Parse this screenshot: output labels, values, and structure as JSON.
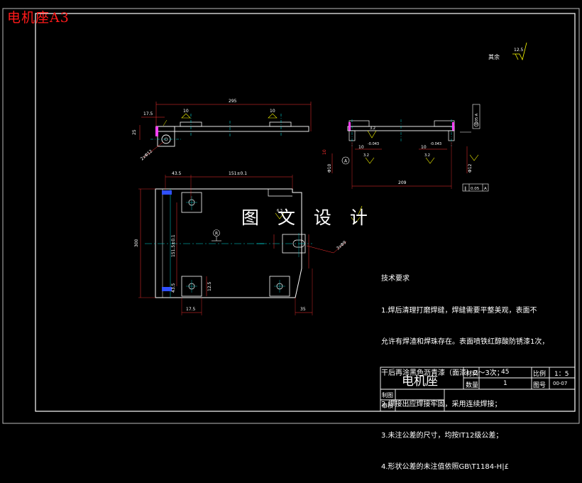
{
  "sheet": {
    "size_label": "电机座A3",
    "watermark": "图 文 设 计"
  },
  "roughness": {
    "note_label": "其余",
    "value": "12.5"
  },
  "top_view": {
    "overall_dim": "295",
    "left_offset_dim": "17.5",
    "left_height_dim": "25",
    "hole_note": "2xΦ12",
    "weld_left": "10",
    "weld_right": "10"
  },
  "side_view": {
    "dim_a": "10",
    "tol_a": "-0.043",
    "dim_b": "10",
    "tol_b": "-0.043",
    "dia_left": "Φ10",
    "dia_right": "Φ12",
    "datum": "A",
    "length_dim": "209",
    "gdt_parallel": "0.05",
    "gdt_datum": "A",
    "runout_box": "0.05 A",
    "rough_values": [
      "3.2",
      "3.2",
      "3.2"
    ]
  },
  "plan_view": {
    "left_dim": "43.5",
    "top_dim": "151±0.1",
    "overall_height": "300",
    "vert_dim": "151.5±0.1",
    "small_dim_a": "43.5",
    "small_dim_b": "12.5",
    "bottom_dim": "17.5",
    "right_bottom_dim": "35",
    "circle_label": "R",
    "right_note": "3xΦ9",
    "mid_rough": "6.3"
  },
  "tech_requirements": {
    "heading": "技术要求",
    "lines": [
      "1.焊后清理打磨焊缝，焊缝需要平整美观，表面不",
      "允许有焊渣和焊珠存在。表面喷铁红醇酸防锈漆1次，",
      "干后再涂黑色沥青漆（面漆）2～3次；",
      "2.焊接出应焊接牢固，采用连续焊接；",
      "3.未注公差的尺寸，均按IT12级公差；",
      "4.形状公差的未注值依照GB\\T1184-H|£"
    ]
  },
  "title_block": {
    "part_name": "电机座",
    "material_label": "材料",
    "material_value": "45",
    "scale_label": "比例",
    "scale_value": "1：5",
    "qty_label": "数量",
    "qty_value": "1",
    "drawing_no_label": "图号",
    "drawing_no_value": "00-07",
    "drafter_label": "制图",
    "reviewer_label": "审核"
  }
}
